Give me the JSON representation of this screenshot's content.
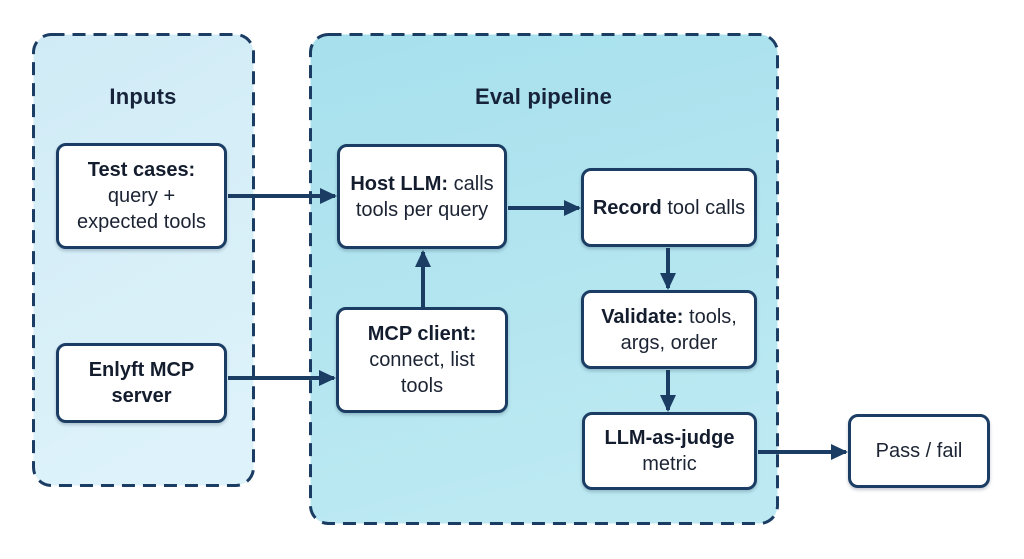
{
  "palette": {
    "accent_navy": "#1b3d63",
    "inputs_fill_top": "#d0ebf6",
    "inputs_fill_bottom": "#ddf2fa",
    "eval_fill_top": "#a7e0ed",
    "eval_fill_bottom": "#bce9f2",
    "node_fill": "#ffffff",
    "text_color": "#1c2433"
  },
  "groups": {
    "inputs": {
      "title": "Inputs"
    },
    "eval": {
      "title": "Eval pipeline"
    }
  },
  "nodes": {
    "test_cases": {
      "lines": [
        {
          "b": "Test cases:"
        },
        {
          "r": "query +"
        },
        {
          "r": "expected tools"
        }
      ]
    },
    "enlyft_server": {
      "lines": [
        {
          "b": "Enlyft MCP"
        },
        {
          "b": "server"
        }
      ]
    },
    "host_llm": {
      "lines": [
        {
          "b": "Host LLM:",
          "r": " calls"
        },
        {
          "r": "tools per query"
        }
      ]
    },
    "mcp_client": {
      "lines": [
        {
          "b": "MCP client:"
        },
        {
          "r": "connect, list"
        },
        {
          "r": "tools"
        }
      ]
    },
    "record": {
      "lines": [
        {
          "b": "Record",
          "r": " tool calls"
        }
      ]
    },
    "validate": {
      "lines": [
        {
          "b": "Validate:",
          "r": " tools,"
        },
        {
          "r": "args, order"
        }
      ]
    },
    "judge": {
      "lines": [
        {
          "b": "LLM-as-judge"
        },
        {
          "r": "metric"
        }
      ]
    },
    "pass_fail": {
      "lines": [
        {
          "r": "Pass / fail"
        }
      ]
    }
  },
  "edges": [
    {
      "from": "test_cases",
      "to": "host_llm"
    },
    {
      "from": "enlyft_server",
      "to": "mcp_client"
    },
    {
      "from": "mcp_client",
      "to": "host_llm"
    },
    {
      "from": "host_llm",
      "to": "record"
    },
    {
      "from": "record",
      "to": "validate"
    },
    {
      "from": "validate",
      "to": "judge"
    },
    {
      "from": "judge",
      "to": "pass_fail"
    }
  ]
}
